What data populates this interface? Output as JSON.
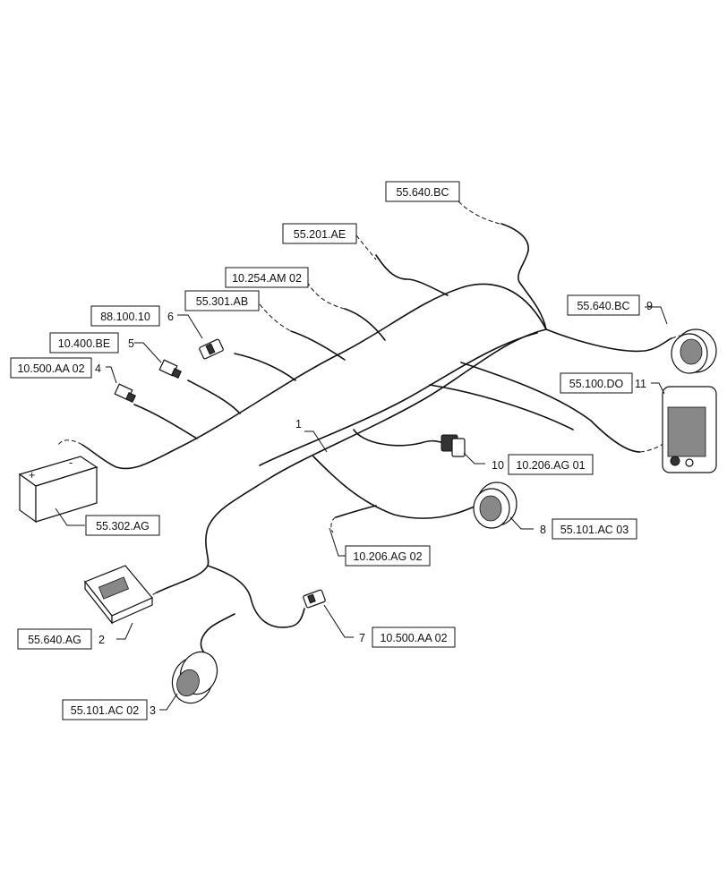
{
  "references": {
    "ref_55640BC_top": "55.640.BC",
    "ref_55201AE": "55.201.AE",
    "ref_10254AM02": "10.254.AM 02",
    "ref_55301AB": "55.301.AB",
    "ref_88100_10": "88.100.10",
    "ref_10400BE": "10.400.BE",
    "ref_10500AA02_left": "10.500.AA 02",
    "ref_55302AG": "55.302.AG",
    "ref_55640AG": "55.640.AG",
    "ref_55101AC02": "55.101.AC 02",
    "ref_10206AG02": "10.206.AG 02",
    "ref_10500AA02_bottom": "10.500.AA 02",
    "ref_55101AC03": "55.101.AC 03",
    "ref_10206AG01": "10.206.AG 01",
    "ref_55100DO": "55.100.DO",
    "ref_55640BC_right": "55.640.BC"
  },
  "items": {
    "n1": "1",
    "n2": "2",
    "n3": "3",
    "n4": "4",
    "n5": "5",
    "n6": "6",
    "n7": "7",
    "n8": "8",
    "n9": "9",
    "n10": "10",
    "n11": "11"
  }
}
